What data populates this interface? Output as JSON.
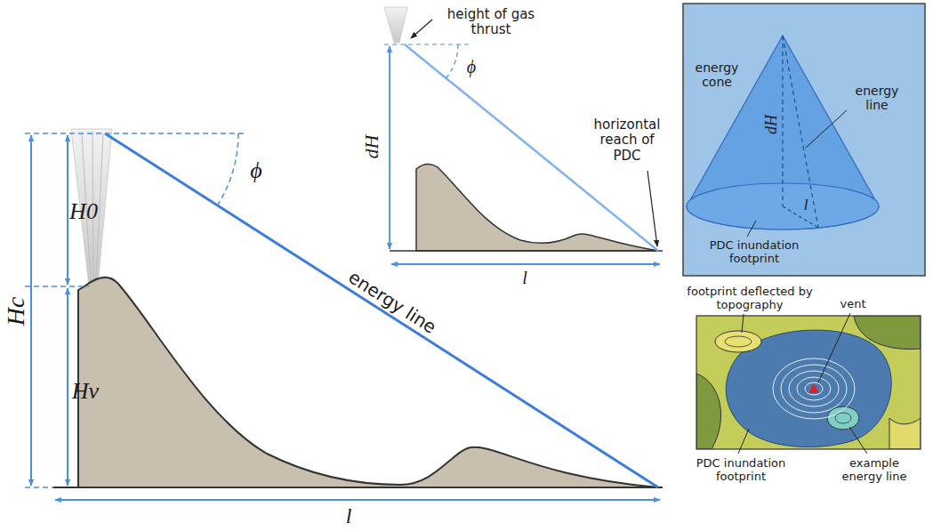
{
  "diagram": {
    "nodes": [
      {
        "text": [
          "energy cone",
          "energy line",
          "dH",
          "l",
          "PDC inundation footprint"
        ]
      },
      {
        "text": [
          "footprint deflected by topography",
          "vent",
          "PDC inundation footprint",
          "example energy line"
        ]
      }
    ],
    "labels": [
      "Hc",
      "H0",
      "Hv",
      "ϕ",
      "energy line",
      "l",
      "height of gas thrust",
      "ϕ",
      "dH",
      "horizontal reach of PDC",
      "l"
    ]
  }
}
